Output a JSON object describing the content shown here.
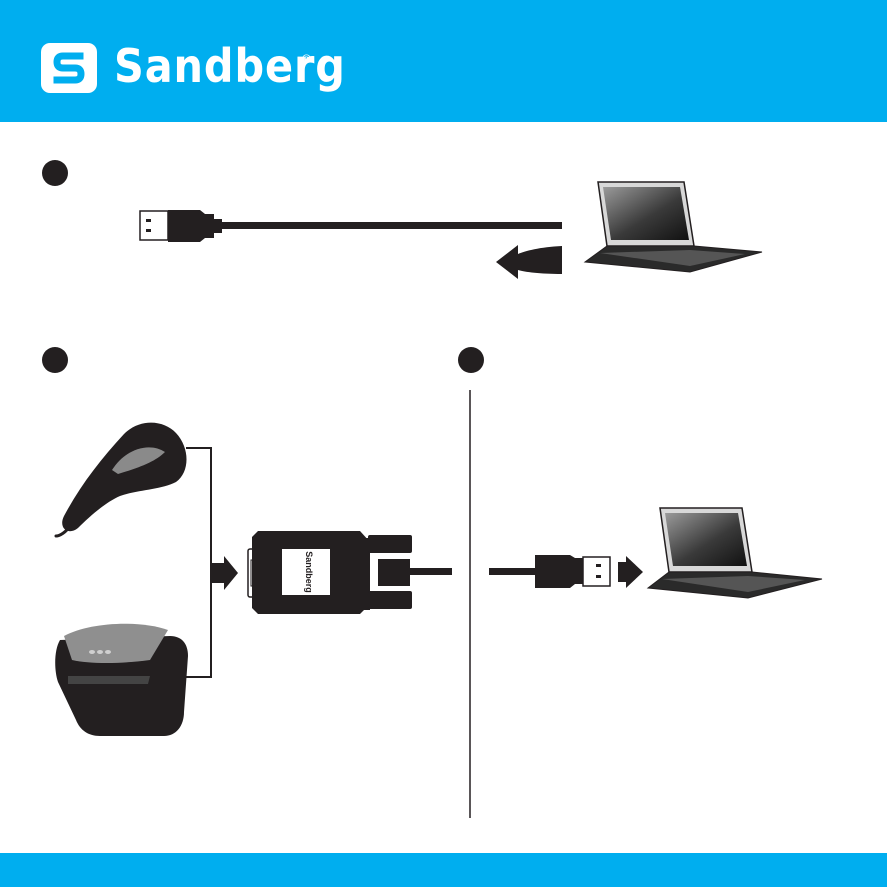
{
  "brand": {
    "name": "Sandberg",
    "registered": "®",
    "primary_color": "#00aeef",
    "ink_color": "#231f20"
  },
  "icons": [
    "sandberg-s-logo-icon",
    "usb-plug-icon",
    "laptop-icon",
    "curved-arrow-icon",
    "barcode-scanner-icon",
    "receipt-printer-icon",
    "db9-serial-adapter-icon",
    "arrow-right-icon"
  ],
  "steps": [
    {
      "id": "step-1"
    },
    {
      "id": "step-2"
    },
    {
      "id": "step-3"
    }
  ],
  "adapter": {
    "label": "Sandberg"
  }
}
